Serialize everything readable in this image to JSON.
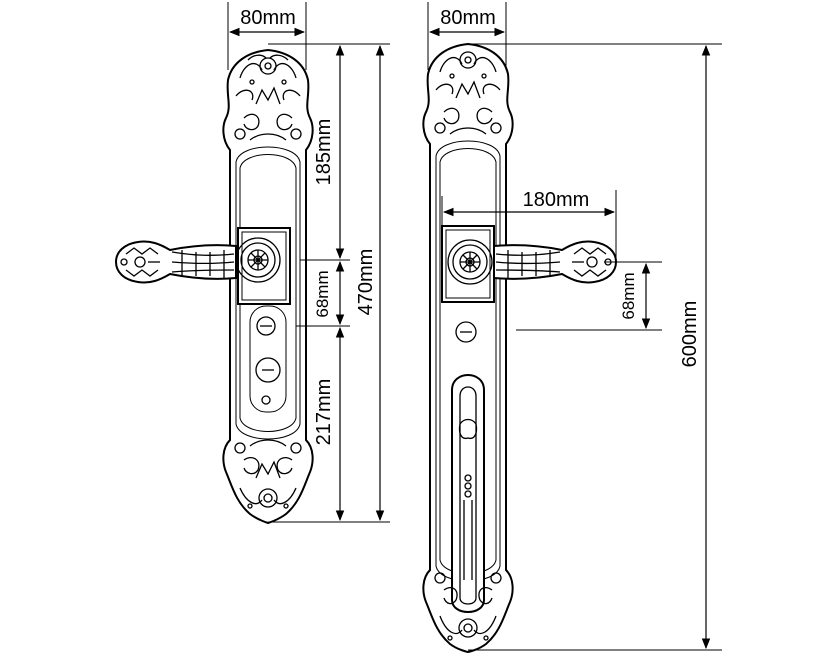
{
  "left_view": {
    "width_label": "80mm",
    "top_dimension_label": "185mm",
    "spacing_label": "68mm",
    "bottom_dimension_label": "217mm",
    "total_height_label": "470mm"
  },
  "right_view": {
    "width_label": "80mm",
    "handle_length_label": "180mm",
    "spacing_label": "68mm",
    "total_height_label": "600mm"
  },
  "colors": {
    "line": "#000000",
    "background": "#ffffff"
  }
}
